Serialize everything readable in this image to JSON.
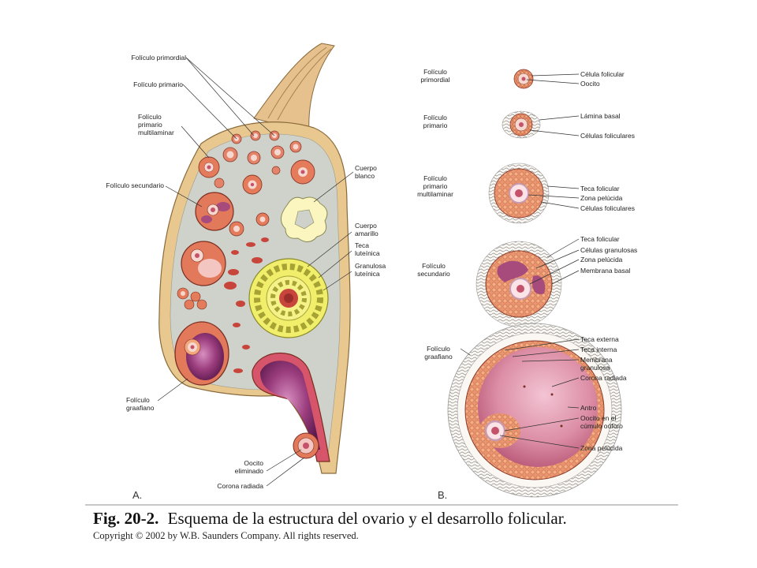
{
  "panel_a": {
    "letter": "A.",
    "labels": {
      "primordial": "Folículo primordial",
      "primario": "Folículo primario",
      "multi_1": "Folículo",
      "multi_2": "primario",
      "multi_3": "multilaminar",
      "secundario": "Folículo secundario",
      "cuerpo_blanco_1": "Cuerpo",
      "cuerpo_blanco_2": "blanco",
      "cuerpo_amarillo_1": "Cuerpo",
      "cuerpo_amarillo_2": "amarillo",
      "teca_lut_1": "Teca",
      "teca_lut_2": "luteínica",
      "gran_lut_1": "Granulosa",
      "gran_lut_2": "luteínica",
      "graafiano_1": "Folículo",
      "graafiano_2": "graafiano",
      "oocito_1": "Oocito",
      "oocito_2": "eliminado",
      "corona": "Corona radiada"
    }
  },
  "panel_b": {
    "letter": "B.",
    "stages": {
      "s1a": "Folículo",
      "s1b": "primordial",
      "s2a": "Folículo",
      "s2b": "primario",
      "s3a": "Folículo",
      "s3b": "primario",
      "s3c": "multilaminar",
      "s4a": "Folículo",
      "s4b": "secundario",
      "s5a": "Folículo",
      "s5b": "graafiano"
    },
    "labels": {
      "celula_folicular": "Célula folicular",
      "oocito": "Oocito",
      "lamina_basal": "Lámina basal",
      "celulas_foliculares_1": "Células foliculares",
      "teca_folicular_1": "Teca folicular",
      "zona_pelucida_1": "Zona pelúcida",
      "celulas_foliculares_2": "Células foliculares",
      "teca_folicular_2": "Teca folicular",
      "celulas_granulosas": "Células granulosas",
      "zona_pelucida_2": "Zona pelúcida",
      "membrana_basal": "Membrana basal",
      "teca_externa": "Teca externa",
      "teca_interna": "Teca interna",
      "membrana_1": "Membrana",
      "membrana_2": "granulosa",
      "corona_radiada": "Corona radiada",
      "antro": "Antro",
      "oocito_cumulo_1": "Oocito en el",
      "oocito_cumulo_2": "cúmulo oóforo",
      "zona_pelucida_3": "Zona pelúcida"
    }
  },
  "caption": {
    "fig": "Fig. 20-2.",
    "text": "Esquema de la estructura del ovario y el desarrollo folicular.",
    "copyright": "Copyright © 2002 by W.B. Saunders Company. All rights reserved."
  },
  "colors": {
    "ovary_outer": "#e7c489",
    "ovary_inner": "#cfd1c9",
    "follicle": "#e07a5c",
    "oocyte": "#f2c9c4",
    "corpus_luteum": "#f0ee6a",
    "corpus_albicans": "#fbf6c0",
    "antrum": "#8b2e6b",
    "theca": "#c0503c"
  }
}
